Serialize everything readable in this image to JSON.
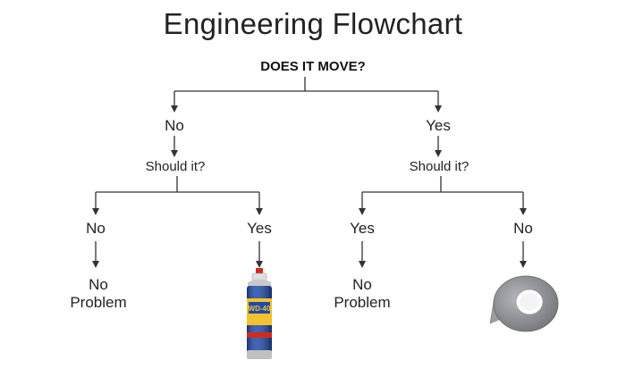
{
  "title": "Engineering Flowchart",
  "question": "DOES IT MOVE?",
  "branches": {
    "left": {
      "answer": "No",
      "question": "Should it?",
      "left_answer": "No",
      "left_result_line1": "No",
      "left_result_line2": "Problem",
      "right_answer": "Yes",
      "right_result_icon": "wd40-spray-can-icon"
    },
    "right": {
      "answer": "Yes",
      "question": "Should it?",
      "left_answer": "Yes",
      "left_result_line1": "No",
      "left_result_line2": "Problem",
      "right_answer": "No",
      "right_result_icon": "duct-tape-roll-icon"
    }
  },
  "can_label": "WD-40",
  "colors": {
    "line": "#333333",
    "can_blue": "#1f4aa8",
    "can_yellow": "#f2c230",
    "can_red": "#d22a1f",
    "tape_gray": "#8a8d92"
  }
}
